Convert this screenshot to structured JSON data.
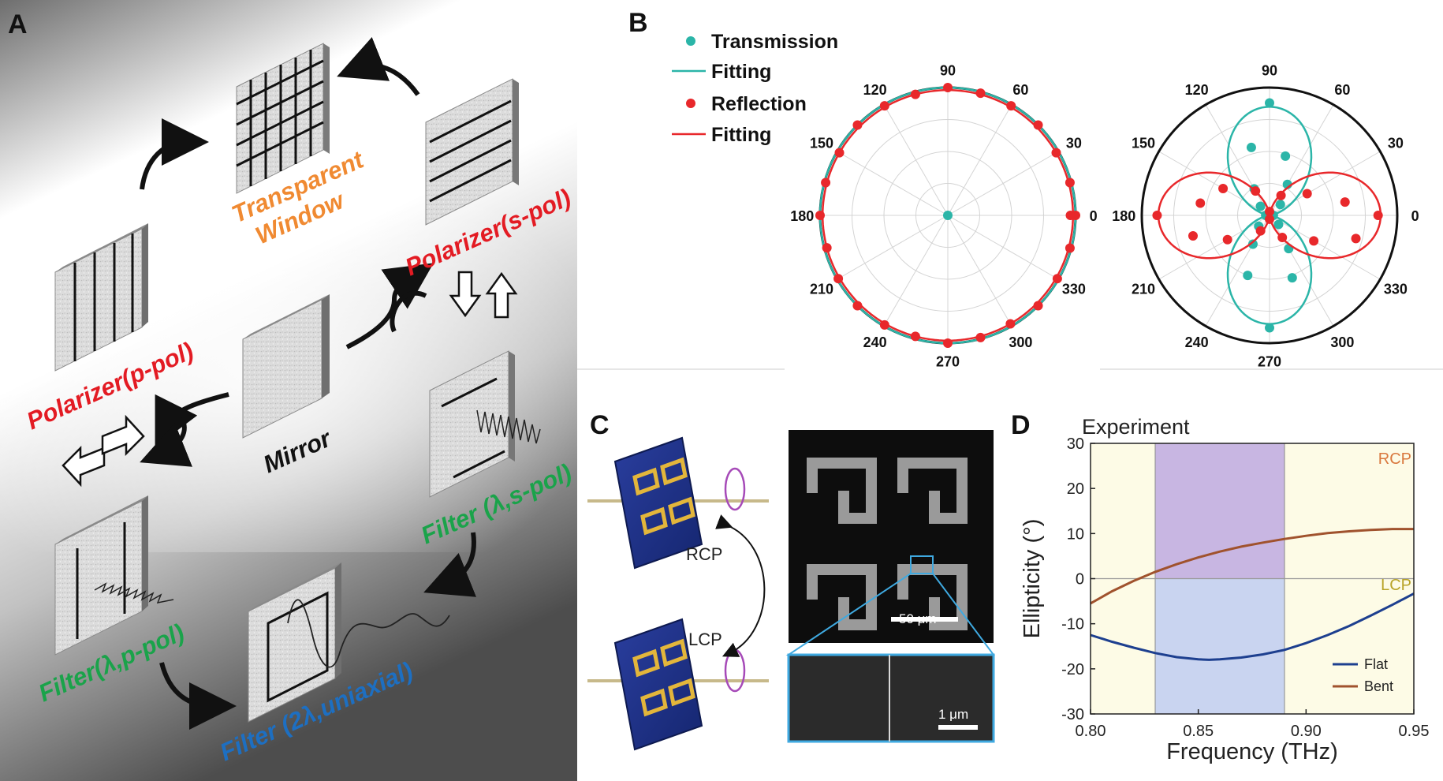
{
  "panels": {
    "a": {
      "letter": "A",
      "labels": {
        "transparent_window_1": "Transparent",
        "transparent_window_2": "Window",
        "polarizer_s": "Polarizer(s-pol)",
        "polarizer_p": "Polarizer(p-pol)",
        "mirror": "Mirror",
        "filter_s": "Filter (λ,s-pol)",
        "filter_p": "Filter(λ,p-pol)",
        "filter_uni": "Filter (2λ,uniaxial)"
      },
      "colors": {
        "red": "#e31b23",
        "orange": "#f08a32",
        "green": "#1aa34a",
        "blue": "#1d6fc2"
      }
    },
    "b": {
      "letter": "B",
      "legend": {
        "transmission": "Transmission",
        "fitting_1": "Fitting",
        "reflection": "Reflection",
        "fitting_2": "Fitting"
      },
      "angle_labels": [
        "0",
        "30",
        "60",
        "90",
        "120",
        "150",
        "180",
        "210",
        "240",
        "270",
        "300",
        "330"
      ],
      "colors": {
        "transmission": "#2bb5a8",
        "reflection": "#e8282b"
      }
    },
    "c": {
      "letter": "C",
      "rcp": "RCP",
      "lcp": "LCP",
      "scale_50": "50 μm",
      "scale_1": "1 μm"
    },
    "d": {
      "letter": "D"
    }
  },
  "chart_data": [
    {
      "type": "scatter",
      "coordinate_system": "polar",
      "angle_units": "degrees",
      "series": [
        {
          "name": "Transmission",
          "points": [
            [
              0,
              0
            ]
          ]
        },
        {
          "name": "Fitting",
          "description": "circle r=1",
          "r": 1.0
        },
        {
          "name": "Reflection",
          "points": [
            [
              0,
              1.0
            ],
            [
              15,
              0.99
            ],
            [
              30,
              0.98
            ],
            [
              45,
              1.0
            ],
            [
              60,
              0.99
            ],
            [
              75,
              0.99
            ],
            [
              90,
              1.0
            ],
            [
              105,
              0.98
            ],
            [
              120,
              0.99
            ],
            [
              135,
              1.0
            ],
            [
              150,
              0.98
            ],
            [
              165,
              0.99
            ],
            [
              180,
              1.0
            ],
            [
              195,
              0.98
            ],
            [
              210,
              0.99
            ],
            [
              225,
              1.0
            ],
            [
              240,
              0.99
            ],
            [
              255,
              0.98
            ],
            [
              270,
              1.0
            ],
            [
              285,
              0.99
            ],
            [
              300,
              0.98
            ],
            [
              315,
              1.0
            ],
            [
              330,
              0.99
            ],
            [
              345,
              0.99
            ],
            [
              0,
              0.96
            ]
          ]
        },
        {
          "name": "Fitting",
          "description": "circle r=0.98",
          "r": 0.98
        }
      ]
    },
    {
      "type": "scatter",
      "coordinate_system": "polar",
      "angle_units": "degrees",
      "series": [
        {
          "name": "Transmission",
          "points": [
            [
              90,
              0.88
            ],
            [
              270,
              0.88
            ],
            [
              105,
              0.55
            ],
            [
              75,
              0.48
            ],
            [
              250,
              0.5
            ],
            [
              290,
              0.52
            ],
            [
              60,
              0.28
            ],
            [
              120,
              0.24
            ],
            [
              240,
              0.26
            ],
            [
              300,
              0.3
            ],
            [
              45,
              0.12
            ],
            [
              135,
              0.1
            ],
            [
              225,
              0.12
            ],
            [
              315,
              0.1
            ],
            [
              0,
              0.03
            ],
            [
              180,
              0.03
            ]
          ]
        },
        {
          "name": "Fitting",
          "description": "transmission lobes r=0.85|sin θ|^2"
        },
        {
          "name": "Reflection",
          "points": [
            [
              0,
              0.85
            ],
            [
              180,
              0.88
            ],
            [
              10,
              0.6
            ],
            [
              170,
              0.55
            ],
            [
              345,
              0.7
            ],
            [
              195,
              0.62
            ],
            [
              30,
              0.34
            ],
            [
              150,
              0.42
            ],
            [
              210,
              0.38
            ],
            [
              330,
              0.4
            ],
            [
              60,
              0.18
            ],
            [
              120,
              0.22
            ],
            [
              240,
              0.14
            ],
            [
              300,
              0.2
            ],
            [
              90,
              0.03
            ],
            [
              270,
              0.03
            ]
          ]
        },
        {
          "name": "Fitting",
          "description": "reflection lobes r=0.87|cos θ|^2"
        }
      ]
    },
    {
      "type": "line",
      "title": "Experiment",
      "xlabel": "Frequency (THz)",
      "ylabel": "Ellipticity (°)",
      "xlim": [
        0.8,
        0.95
      ],
      "ylim": [
        -30,
        30
      ],
      "xticks": [
        "0.80",
        "0.85",
        "0.90",
        "0.95"
      ],
      "yticks": [
        "-30",
        "-20",
        "-10",
        "0",
        "10",
        "20",
        "30"
      ],
      "annotations": [
        "RCP",
        "LCP"
      ],
      "shaded_x_range": [
        0.83,
        0.89
      ],
      "series": [
        {
          "name": "Flat",
          "color": "#1d3f8f",
          "x": [
            0.8,
            0.81,
            0.82,
            0.83,
            0.84,
            0.85,
            0.855,
            0.86,
            0.87,
            0.88,
            0.89,
            0.9,
            0.91,
            0.92,
            0.93,
            0.94,
            0.95
          ],
          "y": [
            -12.5,
            -14.0,
            -15.3,
            -16.5,
            -17.4,
            -17.9,
            -18.0,
            -17.9,
            -17.5,
            -16.8,
            -15.8,
            -14.3,
            -12.5,
            -10.5,
            -8.2,
            -5.8,
            -3.3
          ]
        },
        {
          "name": "Bent",
          "color": "#a0522d",
          "x": [
            0.8,
            0.81,
            0.82,
            0.83,
            0.84,
            0.85,
            0.86,
            0.87,
            0.88,
            0.89,
            0.9,
            0.91,
            0.92,
            0.93,
            0.94,
            0.95
          ],
          "y": [
            -5.5,
            -2.8,
            -0.5,
            1.5,
            3.2,
            4.7,
            6.0,
            7.1,
            8.0,
            8.8,
            9.5,
            10.1,
            10.5,
            10.8,
            11.0,
            11.0
          ]
        }
      ]
    }
  ]
}
